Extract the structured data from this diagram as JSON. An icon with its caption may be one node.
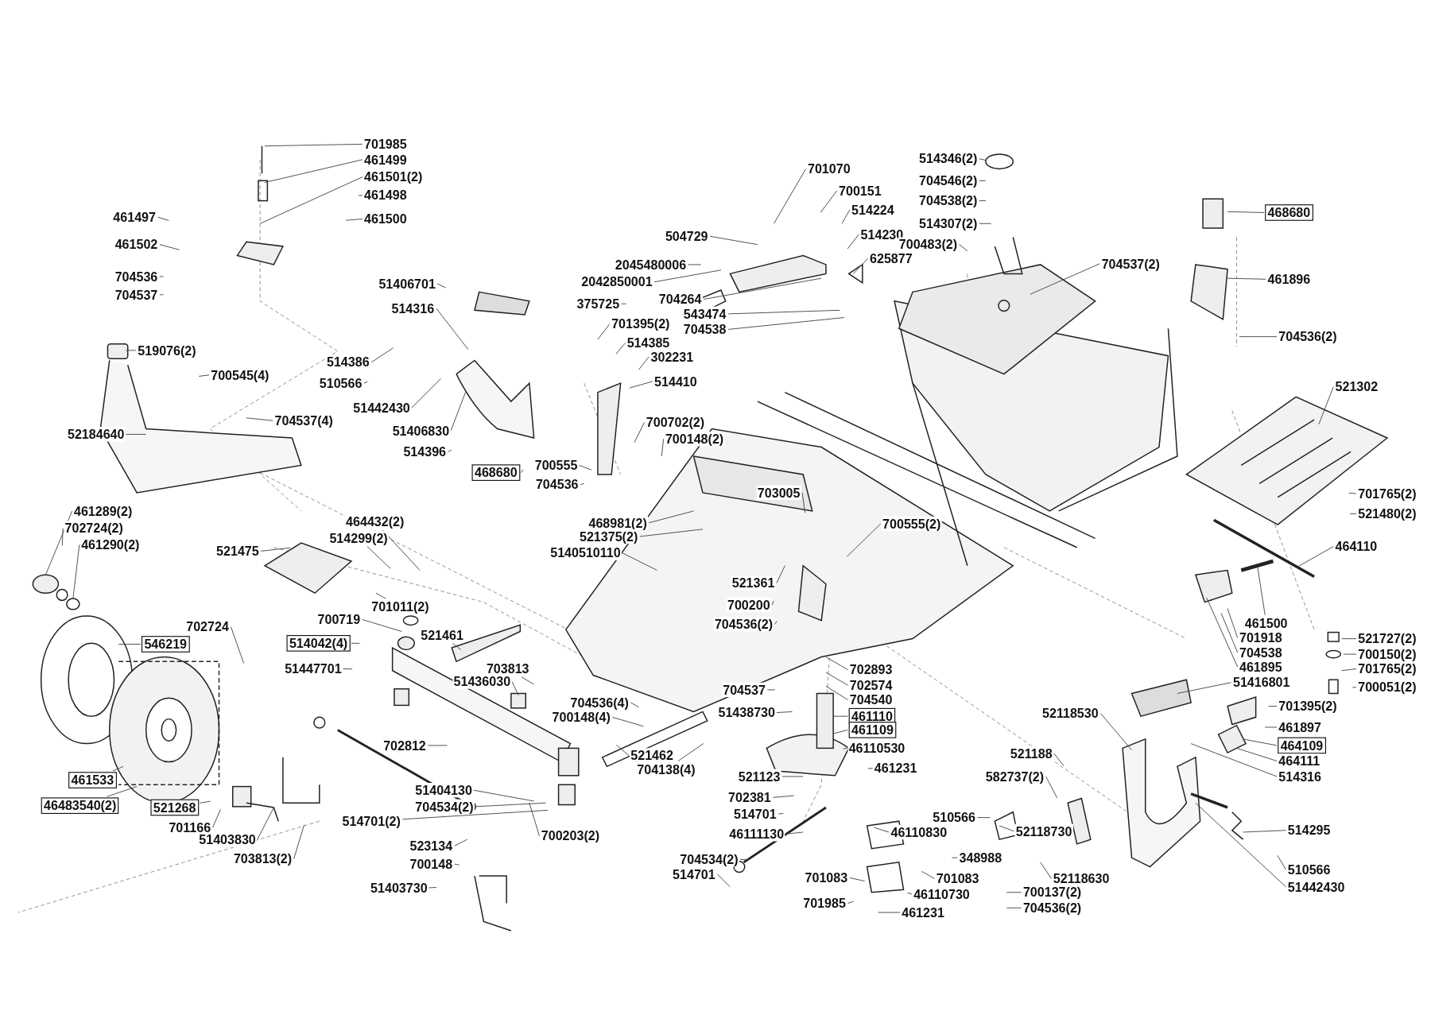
{
  "diagram": {
    "nodes": [
      {
        "text": [
          "701985"
        ]
      },
      {
        "text": [
          "461499"
        ]
      },
      {
        "text": [
          "461501(2)"
        ]
      },
      {
        "text": [
          "461498"
        ]
      },
      {
        "text": [
          "461500"
        ]
      },
      {
        "text": [
          "461497"
        ]
      },
      {
        "text": [
          "461502"
        ]
      },
      {
        "text": [
          "704536"
        ]
      },
      {
        "text": [
          "704537"
        ]
      },
      {
        "text": [
          "519076(2)"
        ]
      },
      {
        "text": [
          "700545(4)"
        ]
      },
      {
        "text": [
          "704537(4)"
        ]
      },
      {
        "text": [
          "52184640"
        ]
      },
      {
        "text": [
          "51406701"
        ]
      },
      {
        "text": [
          "514316"
        ]
      },
      {
        "text": [
          "514386"
        ]
      },
      {
        "text": [
          "510566"
        ]
      },
      {
        "text": [
          "51442430"
        ]
      },
      {
        "text": [
          "51406830"
        ]
      },
      {
        "text": [
          "514396"
        ]
      },
      {
        "text": [
          "468680"
        ]
      },
      {
        "text": [
          "504729"
        ]
      },
      {
        "text": [
          "2045480006"
        ]
      },
      {
        "text": [
          "2042850001"
        ]
      },
      {
        "text": [
          "375725"
        ]
      },
      {
        "text": [
          "701395(2)"
        ]
      },
      {
        "text": [
          "514385"
        ]
      },
      {
        "text": [
          "302231"
        ]
      },
      {
        "text": [
          "514410"
        ]
      },
      {
        "text": [
          "700702(2)"
        ]
      },
      {
        "text": [
          "700148(2)"
        ]
      },
      {
        "text": [
          "700555"
        ]
      },
      {
        "text": [
          "704536"
        ]
      },
      {
        "text": [
          "701070"
        ]
      },
      {
        "text": [
          "700151"
        ]
      },
      {
        "text": [
          "514224"
        ]
      },
      {
        "text": [
          "514230"
        ]
      },
      {
        "text": [
          "625877"
        ]
      },
      {
        "text": [
          "704264"
        ]
      },
      {
        "text": [
          "543474"
        ]
      },
      {
        "text": [
          "704538"
        ]
      },
      {
        "text": [
          "514346(2)"
        ]
      },
      {
        "text": [
          "704546(2)"
        ]
      },
      {
        "text": [
          "704538(2)"
        ]
      },
      {
        "text": [
          "514307(2)"
        ]
      },
      {
        "text": [
          "700483(2)"
        ]
      },
      {
        "text": [
          "704537(2)"
        ]
      },
      {
        "text": [
          "468680"
        ]
      },
      {
        "text": [
          "461896"
        ]
      },
      {
        "text": [
          "704536(2)"
        ]
      },
      {
        "text": [
          "521302"
        ]
      },
      {
        "text": [
          "701765(2)"
        ]
      },
      {
        "text": [
          "521480(2)"
        ]
      },
      {
        "text": [
          "464110"
        ]
      },
      {
        "text": [
          "703005"
        ]
      },
      {
        "text": [
          "700555(2)"
        ]
      },
      {
        "text": [
          "468981(2)"
        ]
      },
      {
        "text": [
          "521375(2)"
        ]
      },
      {
        "text": [
          "5140510110"
        ]
      },
      {
        "text": [
          "521361"
        ]
      },
      {
        "text": [
          "700200"
        ]
      },
      {
        "text": [
          "704536(2)"
        ]
      },
      {
        "text": [
          "461289(2)"
        ]
      },
      {
        "text": [
          "702724(2)"
        ]
      },
      {
        "text": [
          "461290(2)"
        ]
      },
      {
        "text": [
          "521475"
        ]
      },
      {
        "text": [
          "464432(2)"
        ]
      },
      {
        "text": [
          "514299(2)"
        ]
      },
      {
        "text": [
          "701011(2)"
        ]
      },
      {
        "text": [
          "700719"
        ]
      },
      {
        "text": [
          "514042(4)"
        ]
      },
      {
        "text": [
          "521461"
        ]
      },
      {
        "text": [
          "51447701"
        ]
      },
      {
        "text": [
          "702724"
        ]
      },
      {
        "text": [
          "546219"
        ]
      },
      {
        "text": [
          "703813"
        ]
      },
      {
        "text": [
          "51436030"
        ]
      },
      {
        "text": [
          "704536(4)"
        ]
      },
      {
        "text": [
          "700148(4)"
        ]
      },
      {
        "text": [
          "702893"
        ]
      },
      {
        "text": [
          "702574"
        ]
      },
      {
        "text": [
          "704540"
        ]
      },
      {
        "text": [
          "704537"
        ]
      },
      {
        "text": [
          "51438730"
        ]
      },
      {
        "text": [
          "461110"
        ]
      },
      {
        "text": [
          "461109"
        ]
      },
      {
        "text": [
          "46110530"
        ]
      },
      {
        "text": [
          "461231"
        ]
      },
      {
        "text": [
          "521123"
        ]
      },
      {
        "text": [
          "702381"
        ]
      },
      {
        "text": [
          "514701"
        ]
      },
      {
        "text": [
          "46111130"
        ]
      },
      {
        "text": [
          "704534(2)"
        ]
      },
      {
        "text": [
          "514701"
        ]
      },
      {
        "text": [
          "701083"
        ]
      },
      {
        "text": [
          "701985"
        ]
      },
      {
        "text": [
          "461231"
        ]
      },
      {
        "text": [
          "46110830"
        ]
      },
      {
        "text": [
          "348988"
        ]
      },
      {
        "text": [
          "701083"
        ]
      },
      {
        "text": [
          "46110730"
        ]
      },
      {
        "text": [
          "510566"
        ]
      },
      {
        "text": [
          "52118730"
        ]
      },
      {
        "text": [
          "52118630"
        ]
      },
      {
        "text": [
          "700137(2)"
        ]
      },
      {
        "text": [
          "704536(2)"
        ]
      },
      {
        "text": [
          "521188"
        ]
      },
      {
        "text": [
          "582737(2)"
        ]
      },
      {
        "text": [
          "52118530"
        ]
      },
      {
        "text": [
          "461500"
        ]
      },
      {
        "text": [
          "701918"
        ]
      },
      {
        "text": [
          "704538"
        ]
      },
      {
        "text": [
          "461895"
        ]
      },
      {
        "text": [
          "51416801"
        ]
      },
      {
        "text": [
          "701395(2)"
        ]
      },
      {
        "text": [
          "461897"
        ]
      },
      {
        "text": [
          "464109"
        ]
      },
      {
        "text": [
          "464111"
        ]
      },
      {
        "text": [
          "514316"
        ]
      },
      {
        "text": [
          "514295"
        ]
      },
      {
        "text": [
          "510566"
        ]
      },
      {
        "text": [
          "51442430"
        ]
      },
      {
        "text": [
          "521727(2)"
        ]
      },
      {
        "text": [
          "700150(2)"
        ]
      },
      {
        "text": [
          "701765(2)"
        ]
      },
      {
        "text": [
          "700051(2)"
        ]
      },
      {
        "text": [
          "521462"
        ]
      },
      {
        "text": [
          "704138(4)"
        ]
      },
      {
        "text": [
          "702812"
        ]
      },
      {
        "text": [
          "461533"
        ]
      },
      {
        "text": [
          "46483540(2)"
        ]
      },
      {
        "text": [
          "521268"
        ]
      },
      {
        "text": [
          "701166"
        ]
      },
      {
        "text": [
          "51403830"
        ]
      },
      {
        "text": [
          "703813(2)"
        ]
      },
      {
        "text": [
          "51404130"
        ]
      },
      {
        "text": [
          "704534(2)"
        ]
      },
      {
        "text": [
          "514701(2)"
        ]
      },
      {
        "text": [
          "523134"
        ]
      },
      {
        "text": [
          "700148"
        ]
      },
      {
        "text": [
          "51403730"
        ]
      },
      {
        "text": [
          "700203(2)"
        ]
      }
    ],
    "edges": [
      {
        "from": 0,
        "to": null,
        "arrow": "none"
      },
      {
        "from": 1,
        "to": null,
        "arrow": "none"
      },
      {
        "from": 2,
        "to": null,
        "arrow": "none"
      },
      {
        "from": 3,
        "to": null,
        "arrow": "none"
      },
      {
        "from": 4,
        "to": null,
        "arrow": "none"
      },
      {
        "from": 5,
        "to": null,
        "arrow": "none"
      },
      {
        "from": 6,
        "to": null,
        "arrow": "none"
      },
      {
        "from": 7,
        "to": null,
        "arrow": "none"
      },
      {
        "from": 8,
        "to": null,
        "arrow": "none"
      },
      {
        "from": 9,
        "to": null,
        "arrow": "none"
      },
      {
        "from": 10,
        "to": null,
        "arrow": "none"
      },
      {
        "from": 11,
        "to": null,
        "arrow": "none"
      },
      {
        "from": 12,
        "to": null,
        "arrow": "none"
      },
      {
        "from": 13,
        "to": null,
        "arrow": "none"
      },
      {
        "from": 14,
        "to": null,
        "arrow": "none"
      },
      {
        "from": 15,
        "to": null,
        "arrow": "none"
      },
      {
        "from": 16,
        "to": null,
        "arrow": "none"
      },
      {
        "from": 17,
        "to": null,
        "arrow": "none"
      },
      {
        "from": 18,
        "to": null,
        "arrow": "none"
      },
      {
        "from": 19,
        "to": null,
        "arrow": "none"
      },
      {
        "from": 20,
        "to": null,
        "arrow": "none"
      },
      {
        "from": 21,
        "to": null,
        "arrow": "none"
      },
      {
        "from": 22,
        "to": null,
        "arrow": "none"
      },
      {
        "from": 23,
        "to": null,
        "arrow": "none"
      },
      {
        "from": 24,
        "to": null,
        "arrow": "none"
      },
      {
        "from": 25,
        "to": null,
        "arrow": "none"
      },
      {
        "from": 26,
        "to": null,
        "arrow": "none"
      },
      {
        "from": 27,
        "to": null,
        "arrow": "none"
      },
      {
        "from": 28,
        "to": null,
        "arrow": "none"
      },
      {
        "from": 29,
        "to": null,
        "arrow": "none"
      },
      {
        "from": 30,
        "to": null,
        "arrow": "none"
      },
      {
        "from": 31,
        "to": null,
        "arrow": "none"
      },
      {
        "from": 32,
        "to": null,
        "arrow": "none"
      },
      {
        "from": 33,
        "to": null,
        "arrow": "none"
      },
      {
        "from": 34,
        "to": null,
        "arrow": "none"
      },
      {
        "from": 35,
        "to": null,
        "arrow": "none"
      },
      {
        "from": 36,
        "to": null,
        "arrow": "none"
      },
      {
        "from": 37,
        "to": null,
        "arrow": "none"
      },
      {
        "from": 38,
        "to": null,
        "arrow": "none"
      },
      {
        "from": 39,
        "to": null,
        "arrow": "none"
      },
      {
        "from": 40,
        "to": null,
        "arrow": "none"
      },
      {
        "from": 41,
        "to": null,
        "arrow": "none"
      },
      {
        "from": 42,
        "to": null,
        "arrow": "none"
      },
      {
        "from": 43,
        "to": null,
        "arrow": "none"
      },
      {
        "from": 44,
        "to": null,
        "arrow": "none"
      },
      {
        "from": 45,
        "to": null,
        "arrow": "none"
      },
      {
        "from": 46,
        "to": null,
        "arrow": "none"
      },
      {
        "from": 47,
        "to": null,
        "arrow": "none"
      },
      {
        "from": 48,
        "to": null,
        "arrow": "none"
      },
      {
        "from": 49,
        "to": null,
        "arrow": "none"
      },
      {
        "from": 50,
        "to": null,
        "arrow": "none"
      },
      {
        "from": 51,
        "to": null,
        "arrow": "none"
      },
      {
        "from": 52,
        "to": null,
        "arrow": "none"
      },
      {
        "from": 53,
        "to": null,
        "arrow": "none"
      },
      {
        "from": 54,
        "to": null,
        "arrow": "none"
      },
      {
        "from": 55,
        "to": null,
        "arrow": "none"
      },
      {
        "from": 56,
        "to": null,
        "arrow": "none"
      },
      {
        "from": 57,
        "to": null,
        "arrow": "none"
      },
      {
        "from": 58,
        "to": null,
        "arrow": "none"
      },
      {
        "from": 59,
        "to": null,
        "arrow": "none"
      },
      {
        "from": 60,
        "to": null,
        "arrow": "none"
      },
      {
        "from": 61,
        "to": null,
        "arrow": "none"
      },
      {
        "from": 62,
        "to": null,
        "arrow": "none"
      },
      {
        "from": 63,
        "to": null,
        "arrow": "none"
      },
      {
        "from": 64,
        "to": null,
        "arrow": "none"
      },
      {
        "from": 65,
        "to": null,
        "arrow": "none"
      },
      {
        "from": 66,
        "to": null,
        "arrow": "none"
      },
      {
        "from": 67,
        "to": null,
        "arrow": "none"
      },
      {
        "from": 68,
        "to": null,
        "arrow": "none"
      },
      {
        "from": 69,
        "to": null,
        "arrow": "none"
      },
      {
        "from": 70,
        "to": null,
        "arrow": "none"
      },
      {
        "from": 71,
        "to": null,
        "arrow": "none"
      },
      {
        "from": 72,
        "to": null,
        "arrow": "none"
      },
      {
        "from": 73,
        "to": null,
        "arrow": "none"
      },
      {
        "from": 74,
        "to": null,
        "arrow": "none"
      },
      {
        "from": 75,
        "to": null,
        "arrow": "none"
      },
      {
        "from": 76,
        "to": null,
        "arrow": "none"
      },
      {
        "from": 77,
        "to": null,
        "arrow": "none"
      },
      {
        "from": 78,
        "to": null,
        "arrow": "none"
      },
      {
        "from": 79,
        "to": null,
        "arrow": "none"
      },
      {
        "from": 80,
        "to": null,
        "arrow": "none"
      },
      {
        "from": 81,
        "to": null,
        "arrow": "none"
      },
      {
        "from": 82,
        "to": null,
        "arrow": "none"
      },
      {
        "from": 83,
        "to": null,
        "arrow": "none"
      },
      {
        "from": 84,
        "to": null,
        "arrow": "none"
      },
      {
        "from": 85,
        "to": null,
        "arrow": "none"
      },
      {
        "from": 86,
        "to": null,
        "arrow": "none"
      },
      {
        "from": 87,
        "to": null,
        "arrow": "none"
      },
      {
        "from": 88,
        "to": null,
        "arrow": "none"
      },
      {
        "from": 89,
        "to": null,
        "arrow": "none"
      },
      {
        "from": 90,
        "to": null,
        "arrow": "none"
      },
      {
        "from": 91,
        "to": null,
        "arrow": "none"
      },
      {
        "from": 92,
        "to": null,
        "arrow": "none"
      },
      {
        "from": 93,
        "to": null,
        "arrow": "none"
      },
      {
        "from": 94,
        "to": null,
        "arrow": "none"
      },
      {
        "from": 95,
        "to": null,
        "arrow": "none"
      },
      {
        "from": 96,
        "to": null,
        "arrow": "none"
      },
      {
        "from": 97,
        "to": null,
        "arrow": "none"
      },
      {
        "from": 98,
        "to": null,
        "arrow": "none"
      },
      {
        "from": 99,
        "to": null,
        "arrow": "none"
      },
      {
        "from": 100,
        "to": null,
        "arrow": "none"
      },
      {
        "from": 101,
        "to": null,
        "arrow": "none"
      },
      {
        "from": 102,
        "to": null,
        "arrow": "none"
      },
      {
        "from": 103,
        "to": null,
        "arrow": "none"
      },
      {
        "from": 104,
        "to": null,
        "arrow": "none"
      },
      {
        "from": 105,
        "to": null,
        "arrow": "none"
      },
      {
        "from": 106,
        "to": null,
        "arrow": "none"
      },
      {
        "from": 107,
        "to": null,
        "arrow": "none"
      },
      {
        "from": 108,
        "to": null,
        "arrow": "none"
      },
      {
        "from": 109,
        "to": null,
        "arrow": "none"
      },
      {
        "from": 110,
        "to": null,
        "arrow": "none"
      },
      {
        "from": 111,
        "to": null,
        "arrow": "none"
      },
      {
        "from": 112,
        "to": null,
        "arrow": "none"
      },
      {
        "from": 113,
        "to": null,
        "arrow": "none"
      },
      {
        "from": 114,
        "to": null,
        "arrow": "none"
      },
      {
        "from": 115,
        "to": null,
        "arrow": "none"
      },
      {
        "from": 116,
        "to": null,
        "arrow": "none"
      },
      {
        "from": 117,
        "to": null,
        "arrow": "none"
      },
      {
        "from": 118,
        "to": null,
        "arrow": "none"
      },
      {
        "from": 119,
        "to": null,
        "arrow": "none"
      },
      {
        "from": 120,
        "to": null,
        "arrow": "none"
      },
      {
        "from": 121,
        "to": null,
        "arrow": "none"
      },
      {
        "from": 122,
        "to": null,
        "arrow": "none"
      },
      {
        "from": 123,
        "to": null,
        "arrow": "none"
      },
      {
        "from": 124,
        "to": null,
        "arrow": "none"
      },
      {
        "from": 125,
        "to": null,
        "arrow": "none"
      },
      {
        "from": 126,
        "to": null,
        "arrow": "none"
      },
      {
        "from": 127,
        "to": null,
        "arrow": "none"
      },
      {
        "from": 128,
        "to": null,
        "arrow": "none"
      },
      {
        "from": 129,
        "to": null,
        "arrow": "none"
      },
      {
        "from": 130,
        "to": null,
        "arrow": "none"
      },
      {
        "from": 131,
        "to": null,
        "arrow": "none"
      },
      {
        "from": 132,
        "to": null,
        "arrow": "none"
      },
      {
        "from": 133,
        "to": null,
        "arrow": "none"
      },
      {
        "from": 134,
        "to": null,
        "arrow": "none"
      },
      {
        "from": 135,
        "to": null,
        "arrow": "none"
      },
      {
        "from": 136,
        "to": null,
        "arrow": "none"
      },
      {
        "from": 137,
        "to": null,
        "arrow": "none"
      },
      {
        "from": 138,
        "to": null,
        "arrow": "none"
      },
      {
        "from": 139,
        "to": null,
        "arrow": "none"
      },
      {
        "from": 140,
        "to": null,
        "arrow": "none"
      },
      {
        "from": 141,
        "to": null,
        "arrow": "none"
      }
    ]
  }
}
